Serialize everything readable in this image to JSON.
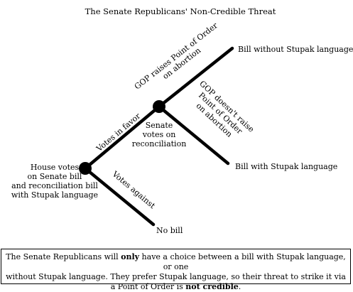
{
  "title": "The Senate Republicans' Non-Credible Threat",
  "nodes": {
    "house": [
      "House votes",
      "on Senate bill",
      "and reconciliation bill",
      "with Stupak language"
    ],
    "senate": [
      "Senate",
      "votes on",
      "reconciliation"
    ]
  },
  "edges": {
    "votes_in_favor": "Votes in favor",
    "votes_against": "Votes against",
    "gop_raises": [
      "GOP raises Point of Order",
      "on abortion"
    ],
    "gop_doesnt_raise": [
      "GOP doesn't raise",
      "Point of Order",
      "on abortion"
    ]
  },
  "outcomes": {
    "no_bill": "No bill",
    "bill_without": "Bill without Stupak language",
    "bill_with": "Bill with Stupak language"
  },
  "caption": {
    "line1_pre": "The Senate Republicans will ",
    "line1_bold": "only",
    "line1_post": " have a choice between a bill with Stupak language, or one",
    "line2": "without Stupak language.  They prefer Stupak language, so their threat to strike it via",
    "line3_pre": "a Point of Order is ",
    "line3_bold": "not credible",
    "line3_post": "."
  }
}
